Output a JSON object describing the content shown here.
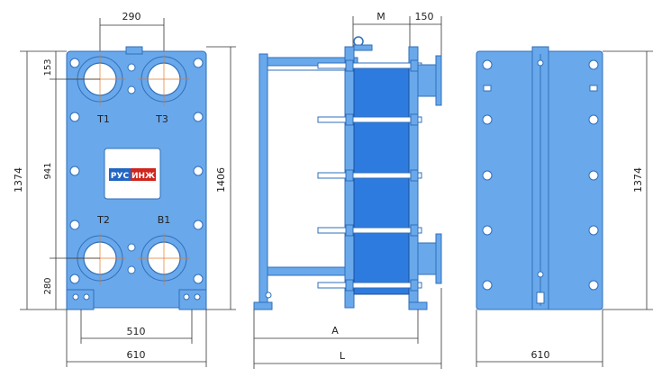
{
  "front_view": {
    "dim_top_width": "290",
    "dim_height_overall": "1374",
    "dim_top_offset": "153",
    "dim_mid": "941",
    "dim_bottom": "280",
    "dim_height_right": "1406",
    "dim_foot_span": "510",
    "dim_base_width": "610",
    "port_t1": "T1",
    "port_t3": "T3",
    "port_t2": "T2",
    "port_b1": "B1",
    "logo_left": "РУС",
    "logo_right": "ИНЖ"
  },
  "side_view": {
    "dim_m": "M",
    "dim_150": "150",
    "dim_a": "A",
    "dim_l": "L"
  },
  "back_view": {
    "dim_height": "1374",
    "dim_width": "610"
  },
  "colors": {
    "body": "#6aa8ec",
    "plate_pack": "#2e7be0",
    "outline": "#2f6fb8",
    "logo_red": "#d0241c",
    "logo_blue": "#2266c4"
  }
}
